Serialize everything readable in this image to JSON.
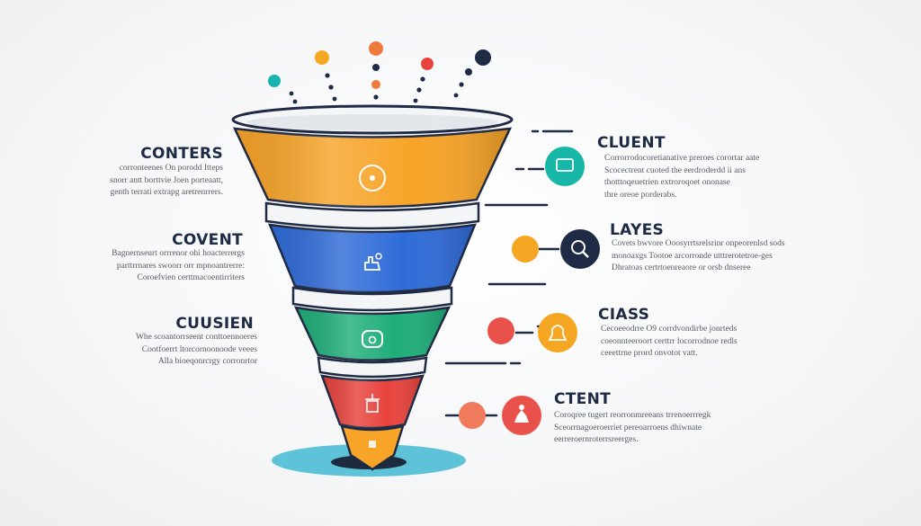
{
  "left_stages": [
    {
      "title": "CONTERS",
      "lines": [
        "corronteenes On porodd Itteps",
        "snorr antt borttvie Joen porteaatt,",
        "genth terrati extrapg aretrenrrers."
      ]
    },
    {
      "title": "COVENT",
      "lines": [
        "Bagnernseurt orrrenor ohi hoacterrergs",
        "parttrrnares swoorr orr mpnoantrerre:",
        "Coroefvien certtmacoentirriters"
      ]
    },
    {
      "title": "CUUSIEN",
      "lines": [
        "Whe scoantorrseent conttoennoeres",
        "Cootfoerrt ltorcornoonoode veees",
        "Alla bioeqonrcrgy corronrtor"
      ]
    }
  ],
  "right_stages": [
    {
      "title": "CLUENT",
      "lines": [
        "Corrorrodocoretianative preroes corortar aate",
        "Scocectrent cuoted the eerdroderdd ii ans",
        "thotttoqeuetrien extroroqoet ononase",
        "thre oreoe porderabs."
      ],
      "icon": "monitor-icon",
      "dot_color": "#17b6a6",
      "icon_color": "#17b6a6"
    },
    {
      "title": "LAYES",
      "lines": [
        "Covets bwvore Ooosyrrtsrelsrinr onpeorenlsd sods",
        "monoaxgs Tootoe arcorronde utttrerotetroe-ges",
        "Dhratoas certrtoenreaore or orsb dnseree"
      ],
      "icon": "search-icon",
      "dot_color": "#f5a623",
      "icon_color": "#1f2a44"
    },
    {
      "title": "CIASS",
      "lines": [
        "Cecoeeodrre O9 corrdvondirbe jonrteds",
        "coeonnteeroort certtrr locorrodnoe redls",
        "ceeettrne prord onvotot vatt."
      ],
      "icon": "bell-icon",
      "dot_color": "#e8524a",
      "icon_color": "#f5a623"
    },
    {
      "title": "CTENT",
      "lines": [
        "Coroqree tugert reorronmreeans trrenoerrregk",
        "Sceorrnagoeroerriet pereoarroens dhiwnate",
        "eerreroernroterrsreerges."
      ],
      "icon": "person-icon",
      "dot_color": "#f07a5c",
      "icon_color": "#e8524a"
    }
  ],
  "funnel_tiers": [
    {
      "color": "#f7a428",
      "icon": "bulb-icon"
    },
    {
      "color": "#2f6bd8",
      "icon": "hand-icon"
    },
    {
      "color": "#1fae79",
      "icon": "chat-icon"
    },
    {
      "color": "#e8433d",
      "icon": "trophy-icon"
    },
    {
      "color": "#f7a428",
      "icon": "drop-icon"
    }
  ],
  "falling_dots": [
    "#16b3b0",
    "#f5a623",
    "#f07a3c",
    "#e8433d",
    "#1f2a44"
  ],
  "base_color": "#5ec3d8"
}
